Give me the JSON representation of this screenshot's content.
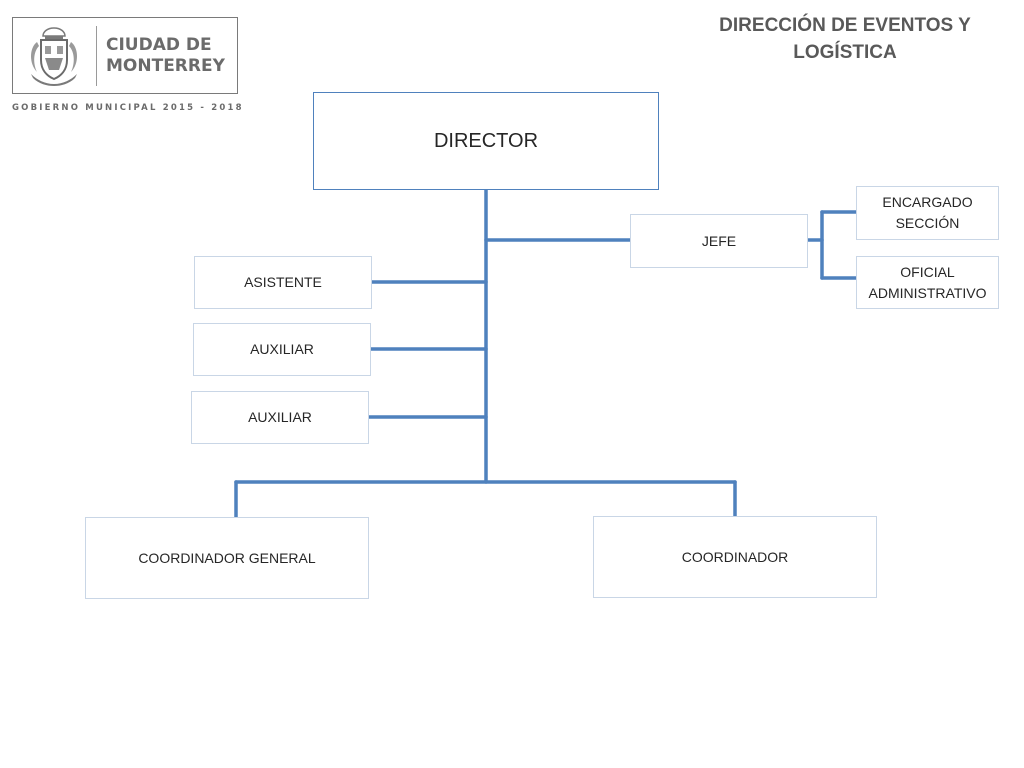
{
  "header": {
    "city_name": "CIUDAD DE\nMONTERREY",
    "government_caption": "GOBIERNO MUNICIPAL 2015 - 2018",
    "title": "DIRECCIÓN DE EVENTOS Y LOGÍSTICA"
  },
  "org_chart": {
    "director": "DIRECTOR",
    "jefe": "JEFE",
    "encargado_seccion": "ENCARGADO SECCIÓN",
    "oficial_administrativo": "OFICIAL ADMINISTRATIVO",
    "asistente": "ASISTENTE",
    "auxiliar_1": "AUXILIAR",
    "auxiliar_2": "AUXILIAR",
    "coordinador_general": "COORDINADOR GENERAL",
    "coordinador": "COORDINADOR"
  },
  "colors": {
    "connector": "#4f81bd",
    "director_border": "#4f81bd",
    "box_border": "#c9d6e6",
    "title_text": "#595959",
    "logo_text": "#6b6b6b"
  }
}
